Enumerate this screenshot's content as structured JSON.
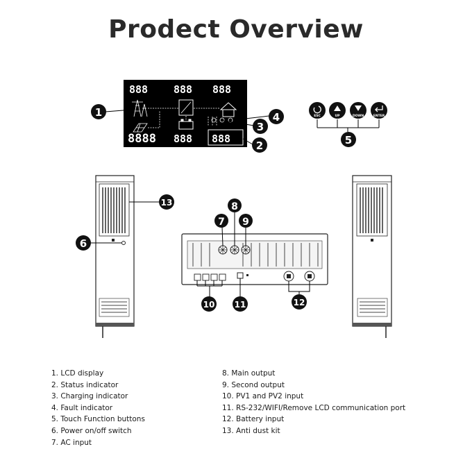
{
  "title": "Prodect Overview",
  "lcd": {
    "top_left": "888",
    "top_mid": "888",
    "top_right": "888",
    "bottom_left": "8888",
    "bottom_mid": "888",
    "bottom_right": "888"
  },
  "buttons": [
    {
      "label": "ESC"
    },
    {
      "label": "UP"
    },
    {
      "label": "DOWN"
    },
    {
      "label": "ENTER"
    }
  ],
  "callouts": [
    "1",
    "2",
    "3",
    "4",
    "5",
    "6",
    "7",
    "8",
    "9",
    "10",
    "11",
    "12",
    "13"
  ],
  "legend_left": [
    "1.   LCD display",
    "2.   Status indicator",
    "3.   Charging indicator",
    "4.   Fault indicator",
    "5.   Touch Function buttons",
    "6.   Power on/off switch",
    "7.   AC input"
  ],
  "legend_right": [
    "8.   Main output",
    "9.   Second output",
    "10. PV1 and PV2 input",
    "11. RS-232/WIFI/Remove LCD communication port",
    "12. Battery input",
    "13.  Anti dust kit"
  ]
}
